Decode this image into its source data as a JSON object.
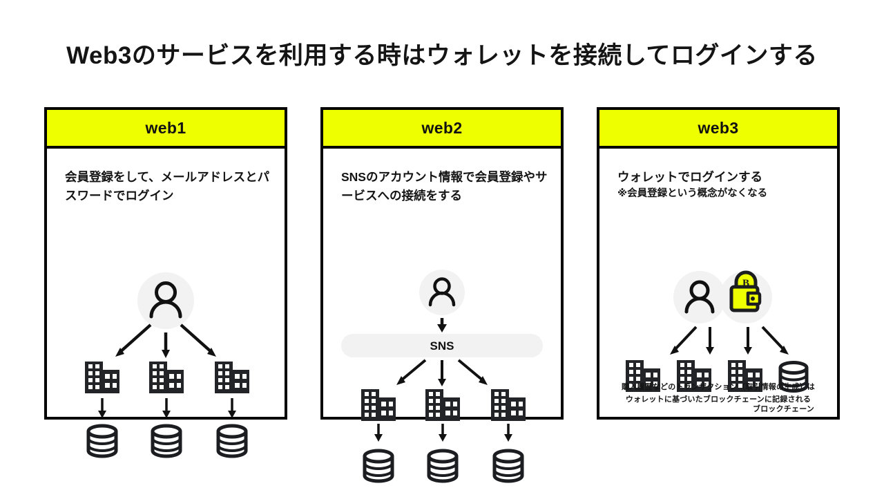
{
  "page": {
    "title": "Web3のサービスを利用する時はウォレットを接続してログインする",
    "background_color": "#ffffff",
    "accent_color": "#eeff00",
    "ink_color": "#141414",
    "icon_bg_color": "#f2f2f2"
  },
  "panels": [
    {
      "id": "web1",
      "header_label": "web1",
      "description": "会員登録をして、メールアドレスとパスワードでログイン",
      "sub_description": "",
      "icons": {
        "person": "person-icon",
        "buildings": [
          "building-icon",
          "building-icon",
          "building-icon"
        ],
        "databases": [
          "database-icon",
          "database-icon",
          "database-icon"
        ]
      },
      "flow": "person → 3 services → 3 databases",
      "middle_node_label": "",
      "footnote": "",
      "blockchain_label": ""
    },
    {
      "id": "web2",
      "header_label": "web2",
      "description": "SNSのアカウント情報で会員登録やサービスへの接続をする",
      "sub_description": "",
      "icons": {
        "person": "person-icon",
        "buildings": [
          "building-icon",
          "building-icon",
          "building-icon"
        ],
        "databases": [
          "database-icon",
          "database-icon",
          "database-icon"
        ]
      },
      "flow": "person → SNS → 3 services → 3 databases",
      "middle_node_label": "SNS",
      "footnote": "",
      "blockchain_label": ""
    },
    {
      "id": "web3",
      "header_label": "web3",
      "description": "ウォレットでログインする",
      "sub_description": "※会員登録という概念がなくなる",
      "icons": {
        "person": "person-icon",
        "wallet": "wallet-bitcoin-icon",
        "buildings": [
          "building-icon",
          "building-icon",
          "building-icon"
        ],
        "databases": [
          "database-icon"
        ]
      },
      "flow": "person + wallet → 3 services + blockchain",
      "middle_node_label": "",
      "blockchain_label": "ブロックチェーン",
      "footnote_line1": "購入履歴などのトランザクション（取引情報の生成）は",
      "footnote_line2": "ウォレットに基づいたブロックチェーンに記録される"
    }
  ]
}
